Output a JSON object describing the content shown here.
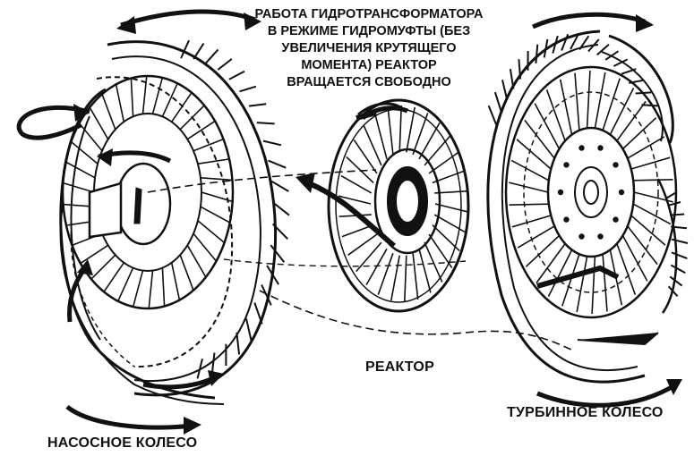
{
  "title_lines": [
    "РАБОТА ГИДРОТРАНСФОРМАТОРА",
    "В РЕЖИМЕ ГИДРОМУФТЫ (БЕЗ",
    "УВЕЛИЧЕНИЯ КРУТЯЩЕГО",
    "МОМЕНТА) РЕАКТОР",
    "ВРАЩАЕТСЯ СВОБОДНО"
  ],
  "labels": {
    "reactor": "РЕАКТОР",
    "turbine": "ТУРБИННОЕ КОЛЕСО",
    "pump": "НАСОСНОЕ КОЛЕСО"
  },
  "icons": {
    "pump": "pump-wheel-icon",
    "reactor": "reactor-stator-icon",
    "turbine": "turbine-wheel-icon",
    "flow": "oil-flow-arrow-icon",
    "rotation": "rotation-arrow-icon"
  },
  "colors": {
    "ink": "#111111",
    "paper": "#ffffff"
  }
}
